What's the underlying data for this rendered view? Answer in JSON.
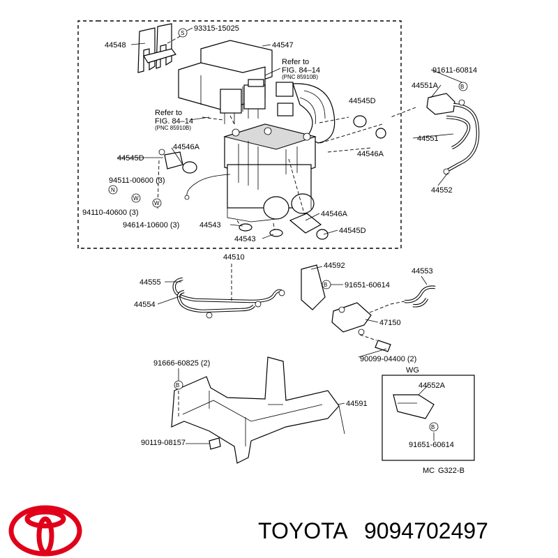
{
  "labels": {
    "p44548": "44548",
    "p93315": "93315-15025",
    "p44547": "44547",
    "refer_a_1": "Refer to",
    "refer_a_2": "FIG. 84–14",
    "refer_a_3": "(PNC 85910B)",
    "refer_b_1": "Refer to",
    "refer_b_2": "FIG. 84–14",
    "refer_b_3": "(PNC 85910B)",
    "p91611": "91611-60814",
    "p44551a": "44551A",
    "p44545d_top": "44545D",
    "p44551": "44551",
    "p44546a_right": "44546A",
    "p44552": "44552",
    "p44546a_left": "44546A",
    "p44545d_left": "44545D",
    "p94511": "94511-00600 (3)",
    "p94110": "94110-40600 (3)",
    "p94614": "94614-10600 (3)",
    "p44543_a": "44543",
    "p44543_b": "44543",
    "p44546a_low": "44546A",
    "p44545d_low": "44545D",
    "p44510": "44510",
    "p44592": "44592",
    "p44555": "44555",
    "p44554": "44554",
    "p91651_mid": "91651-60614",
    "p44553": "44553",
    "p47150": "47150",
    "p90099": "90099-04400 (2)",
    "p91666": "91666-60825 (2)",
    "p44591": "44591",
    "p90119": "90119-08157",
    "wg": "WG",
    "p44552a": "44552A",
    "p91651_wg": "91651-60614",
    "code_mc": "MC",
    "code_g": "G322-B",
    "sym_s": "S",
    "sym_b": "B",
    "sym_n": "N",
    "sym_w": "W"
  },
  "brand": {
    "name": "TOYOTA",
    "part_number": "9094702497",
    "logo_color": "#e1001a"
  },
  "icons": [
    "toyota-logo-icon",
    "seal-s-icon",
    "seal-b-icon",
    "seal-n-icon",
    "seal-w-icon"
  ]
}
